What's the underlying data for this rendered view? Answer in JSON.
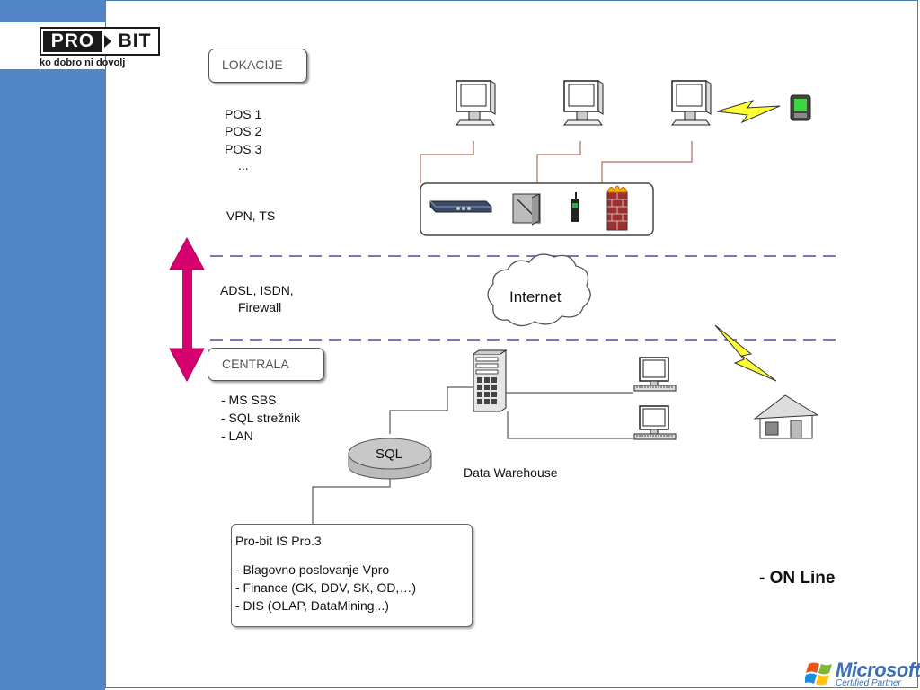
{
  "logo": {
    "pro": "PRO",
    "bit": "BIT",
    "slogan": "ko dobro ni dovolj"
  },
  "lokacije": {
    "title": "LOKACIJE",
    "items": [
      "POS 1",
      "POS 2",
      "POS 3",
      "..."
    ],
    "connection": "VPN, TS"
  },
  "link": {
    "line1": "ADSL, ISDN,",
    "line2": "Firewall"
  },
  "internet": "Internet",
  "centrala": {
    "title": "CENTRALA",
    "items": [
      "- MS SBS",
      "- SQL strežnik",
      "- LAN"
    ]
  },
  "sql": "SQL",
  "data_warehouse": "Data Warehouse",
  "prob_box": {
    "title": "Pro-bit IS Pro.3",
    "items": [
      "- Blagovno poslovanje Vpro",
      "- Finance (GK, DDV, SK, OD,…)",
      "- DIS (OLAP, DataMining,..)"
    ]
  },
  "online": "- ON Line",
  "partner": {
    "brand": "Microsoft",
    "sub": "Certified Partner"
  },
  "colors": {
    "sidebar": "#5185c6",
    "arrow": "#d6006f",
    "dashed": "#4a4aa8",
    "link_line": "#b06a5a"
  }
}
